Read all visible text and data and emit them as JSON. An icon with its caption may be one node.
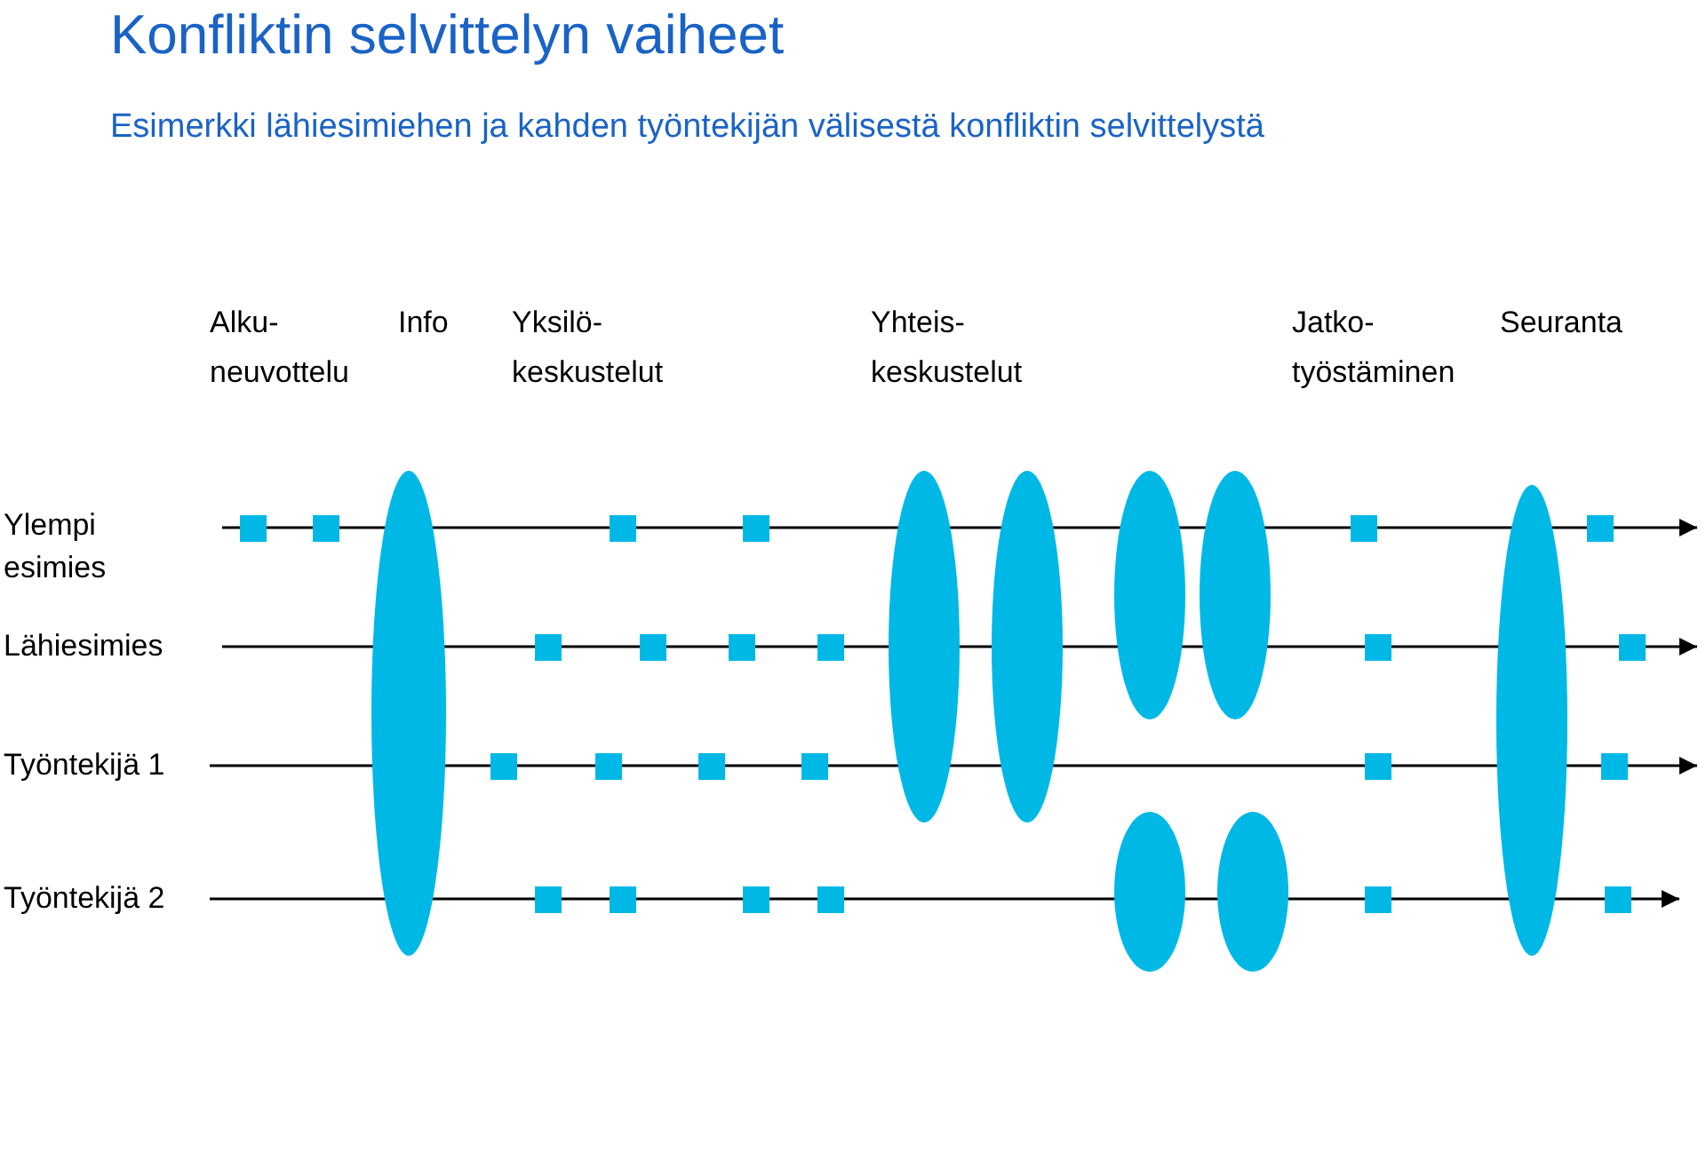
{
  "diagram": {
    "title": "Konfliktin selvittelyn vaiheet",
    "nodes": [
      {
        "text": [
          "Ylempi esimies"
        ]
      },
      {
        "text": [
          "Lähiesimies"
        ]
      },
      {
        "text": [
          "Työntekijä 1"
        ]
      },
      {
        "text": [
          "Työntekijä 2"
        ]
      },
      {
        "text": [],
        "shape": "box"
      },
      {
        "text": [],
        "shape": "box"
      },
      {
        "text": [],
        "shape": "box"
      },
      {
        "text": [],
        "shape": "box"
      },
      {
        "text": [],
        "shape": "box"
      },
      {
        "text": [],
        "shape": "box"
      },
      {
        "text": [],
        "shape": "box"
      },
      {
        "text": [],
        "shape": "box"
      },
      {
        "text": [],
        "shape": "box"
      },
      {
        "text": [],
        "shape": "box"
      },
      {
        "text": [],
        "shape": "box"
      },
      {
        "text": [],
        "shape": "box"
      },
      {
        "text": [],
        "shape": "box"
      },
      {
        "text": [],
        "shape": "box"
      },
      {
        "text": [],
        "shape": "box"
      },
      {
        "text": [],
        "shape": "box"
      },
      {
        "text": [],
        "shape": "box"
      },
      {
        "text": [],
        "shape": "box"
      },
      {
        "text": [],
        "shape": "box"
      },
      {
        "text": [],
        "shape": "box"
      },
      {
        "text": [],
        "shape": "box"
      },
      {
        "text": [],
        "shape": "box"
      },
      {
        "text": [],
        "shape": "box"
      },
      {
        "text": [],
        "shape": "box"
      },
      {
        "text": [],
        "shape": "ellipse"
      },
      {
        "text": [],
        "shape": "ellipse"
      },
      {
        "text": [],
        "shape": "ellipse"
      },
      {
        "text": [],
        "shape": "ellipse"
      },
      {
        "text": [],
        "shape": "ellipse"
      },
      {
        "text": [],
        "shape": "ellipse"
      },
      {
        "text": [],
        "shape": "ellipse"
      },
      {
        "text": [],
        "shape": "ellipse"
      }
    ],
    "edges": [
      {
        "from": 0,
        "to": null,
        "arrow": "to"
      },
      {
        "from": 1,
        "to": null,
        "arrow": "to"
      },
      {
        "from": 2,
        "to": null,
        "arrow": "to"
      },
      {
        "from": 3,
        "to": null,
        "arrow": "to"
      }
    ],
    "labels": [
      "Esimerkki lähiesimiehen ja kahden työntekijän välisestä konfliktin selvittelystä",
      "Alku- neuvottelu",
      "Info",
      "Yksilö- keskustelut",
      "Yhteis- keskustelut",
      "Jatko- työstäminen",
      "Seuranta"
    ]
  }
}
